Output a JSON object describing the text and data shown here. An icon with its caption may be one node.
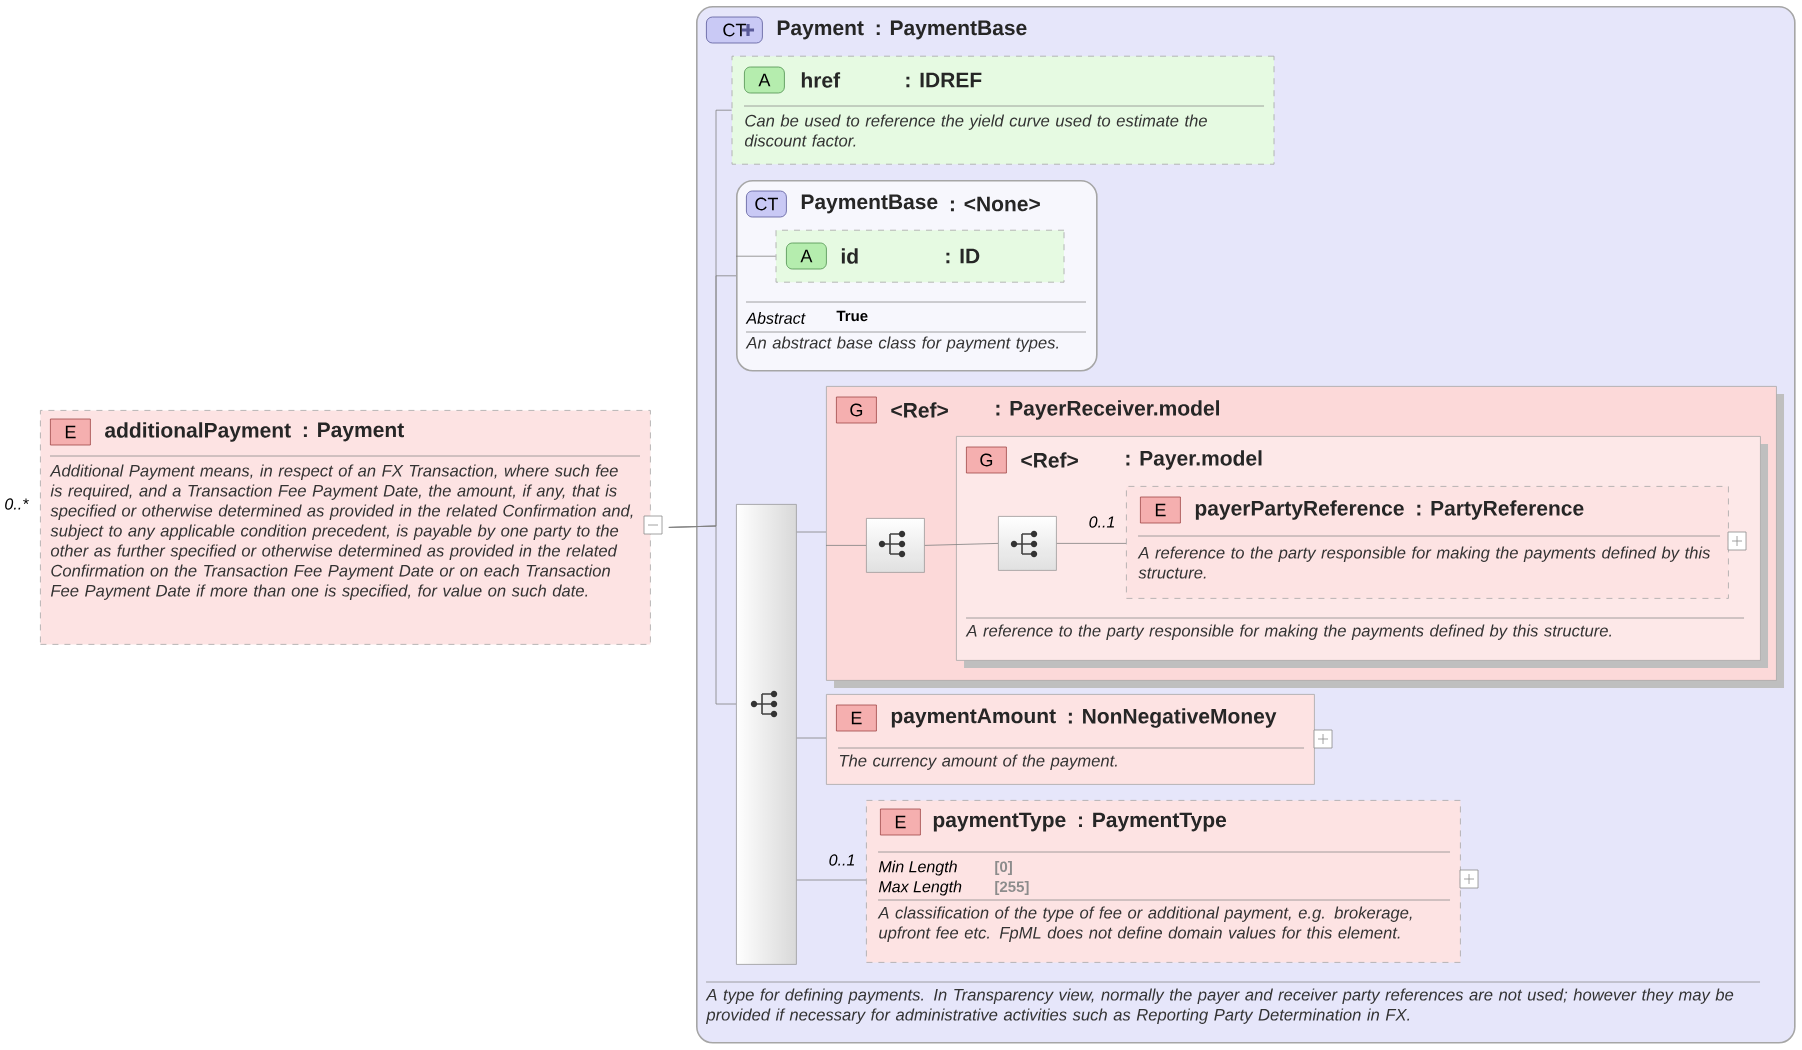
{
  "diagram": {
    "nodes": [
      {
        "text": [
          "E",
          "additionalPayment",
          ": Payment",
          "Additional Payment means, in respect of an FX Transaction, where such fee is required, and a Transaction Fee Payment Date, the amount, if any, that is specified or otherwise determined as provided in the related Confirmation and, subject to any applicable condition precedent, is payable by one party to the other as further specified or otherwise determined as provided in the related Confirmation on the Transaction Fee Payment Date or on each Transaction Fee Payment Date if more than one is specified, for value on such date."
        ],
        "beside": [
          "0..*"
        ]
      },
      {
        "text": [
          "CT",
          "Payment",
          ": PaymentBase",
          "A type for defining payments. In Transparency view, normally the payer and receiver party references are not used; however they may be provided if necessary for administrative activities such as Reporting Party Determination in FX."
        ]
      },
      {
        "text": [
          "A",
          "href",
          ": IDREF",
          "Can be used to reference the yield curve used to estimate the discount factor."
        ],
        "in": 1
      },
      {
        "text": [
          "CT",
          "PaymentBase",
          ": <None>",
          "Abstract",
          "True",
          "An abstract base class for payment types."
        ],
        "in": 1
      },
      {
        "text": [
          "A",
          "id",
          ": ID"
        ],
        "in": 3
      },
      {
        "text": [],
        "shape": "bar",
        "in": 1
      },
      {
        "text": [
          "G",
          "<Ref>",
          ": PayerReceiver.model"
        ],
        "in": 1
      },
      {
        "text": [],
        "shape": "box",
        "in": 6
      },
      {
        "text": [
          "G",
          "<Ref>",
          ": Payer.model",
          "A reference to the party responsible for making the payments defined by this structure."
        ],
        "in": 6
      },
      {
        "text": [],
        "shape": "box",
        "in": 8
      },
      {
        "text": [
          "E",
          "payerPartyReference",
          ": PartyReference",
          "A reference to the party responsible for making the payments defined by this structure."
        ],
        "in": 8
      },
      {
        "text": [
          "E",
          "paymentAmount",
          ": NonNegativeMoney",
          "The currency amount of the payment."
        ],
        "in": 1
      },
      {
        "text": [
          "E",
          "paymentType",
          ": PaymentType",
          "Min Length",
          "[0]",
          "Max Length",
          "[255]",
          "A classification of the type of fee or additional payment, e.g. brokerage, upfront fee etc. FpML does not define domain values for this element."
        ],
        "in": 1
      }
    ],
    "edges": [
      {
        "from": 0,
        "to": 2,
        "arrow": "none"
      },
      {
        "from": 0,
        "to": 3,
        "arrow": "none"
      },
      {
        "from": 0,
        "to": 5,
        "arrow": "none"
      },
      {
        "from": 3,
        "to": 4,
        "arrow": "none"
      },
      {
        "from": 5,
        "to": 6,
        "arrow": "none"
      },
      {
        "from": 6,
        "to": 7,
        "arrow": "none"
      },
      {
        "from": 7,
        "to": 9,
        "arrow": "none"
      },
      {
        "from": 9,
        "to": 10,
        "arrow": "none",
        "label": "0..1"
      },
      {
        "from": 5,
        "to": 11,
        "arrow": "none"
      },
      {
        "from": 5,
        "to": 12,
        "arrow": "none",
        "label": "0..1"
      }
    ]
  }
}
